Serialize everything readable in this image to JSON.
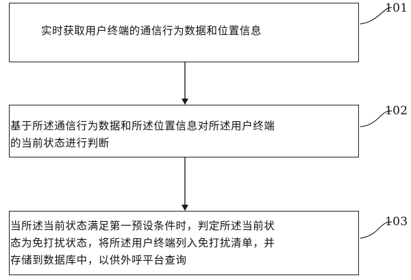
{
  "steps": [
    {
      "number": "101",
      "lines": [
        "实时获取用户终端的通信行为数据和位置信息"
      ]
    },
    {
      "number": "102",
      "lines": [
        "基于所述通信行为数据和所述位置信息对所述用户终端",
        "的当前状态进行判断"
      ]
    },
    {
      "number": "103",
      "lines": [
        "当所述当前状态满足第一预设条件时，判定所述当前状",
        "态为免打扰状态，将所述用户终端列入免打扰清单，并",
        "存储到数据库中，以供外呼平台查询"
      ]
    }
  ]
}
